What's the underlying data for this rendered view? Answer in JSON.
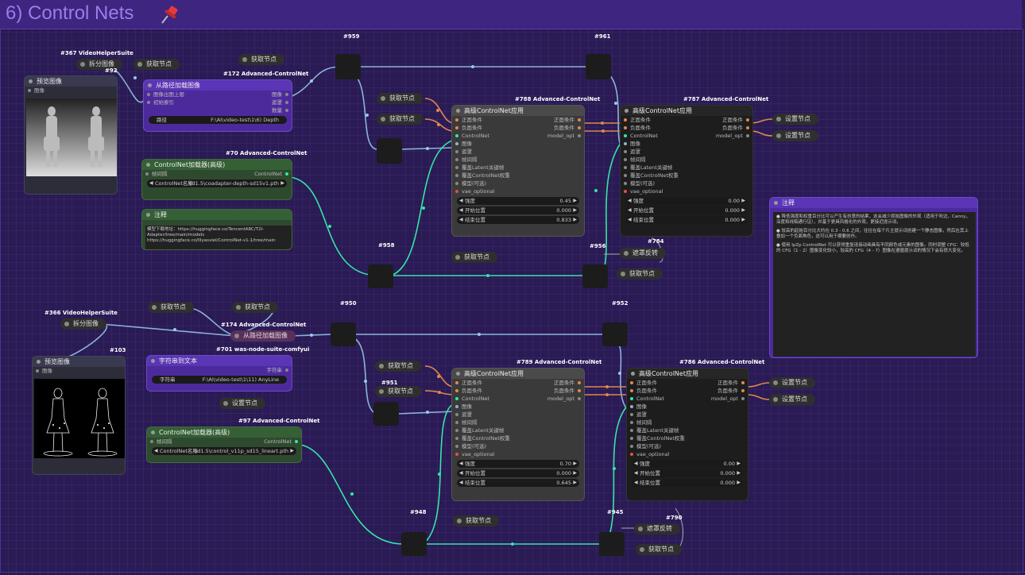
{
  "group": {
    "title": "6)  Control Nets"
  },
  "upper": {
    "vhs_id": "#367 VideoHelperSuite",
    "vhs_label": "拆分图像",
    "get_top": "获取节点",
    "preview_id": "#92",
    "preview_title": "预览图像",
    "preview_row": "图像",
    "load_id": "#172 Advanced-ControlNet",
    "load_title": "从路径加载图像",
    "load_rows": [
      {
        "l": "图像出图上限",
        "r": "图像"
      },
      {
        "l": "初始索引",
        "r": "遮罩"
      },
      {
        "l": "",
        "r": "数量"
      }
    ],
    "load_path_label": "路径",
    "load_path_value": "F:\\AI\\video-test\\1\\6) Depth",
    "cn_loader_id": "#70 Advanced-ControlNet",
    "cn_loader_title": "ControlNet加载器(高级)",
    "cn_loader_row_l": "帧间隔",
    "cn_loader_row_r": "ControlNet",
    "cn_loader_widget_l": "ControlNet名称",
    "cn_loader_widget_v": "sd1.5\\coadapter-depth-sd15v1.pth",
    "note_title": "注释",
    "note_text": "模型下载地址：https://huggingface.co/TencentARC/T2I-Adapter/tree/main/models https://huggingface.co/lllyasviel/ControlNet-v1-1/tree/main",
    "reroutes": [
      "#959",
      "#961",
      "#958",
      "#956"
    ],
    "get_nodes": [
      "获取节点",
      "获取节点",
      "获取节点"
    ],
    "apply1_id": "#788 Advanced-ControlNet",
    "apply1_title": "高级ControlNet应用",
    "apply1_strength": "0.45",
    "apply1_start": "0.000",
    "apply1_end": "0.833",
    "apply2_id": "#787 Advanced-ControlNet",
    "apply2_title": "高级ControlNet应用",
    "apply2_strength": "0.00",
    "apply2_start": "0.000",
    "apply2_end": "0.000",
    "set_nodes": [
      "设置节点",
      "设置节点"
    ],
    "mask_invert_id": "#784",
    "mask_invert": "遮罩反转",
    "get_after_mask": "获取节点"
  },
  "apply_rows": {
    "inputs": [
      "正面条件",
      "负面条件",
      "ControlNet",
      "图像",
      "遮罩",
      "帧间隔",
      "覆盖Latent关键帧",
      "覆盖ControlNet权重",
      "模型(可选)",
      "vae_optional"
    ],
    "outputs": [
      "正面条件",
      "负面条件",
      "model_opt"
    ],
    "w_strength": "强度",
    "w_start": "开始位置",
    "w_end": "结束位置"
  },
  "lower": {
    "vhs_id": "#366 VideoHelperSuite",
    "vhs_label": "拆分图像",
    "get_a": "获取节点",
    "get_b": "获取节点",
    "preview_id": "#103",
    "preview_title": "预览图像",
    "preview_row": "图像",
    "load_id": "#174 Advanced-ControlNet",
    "load_title": "从路径加载图像",
    "str_id": "#701 was-node-suite-comfyui",
    "str_title": "字符串到文本",
    "str_row_r": "字符串",
    "str_widget_l": "字符串",
    "str_widget_v": "F:\\AI\\video-test\\1\\11) AnyLine",
    "set_str": "设置节点",
    "cn_loader_id": "#97 Advanced-ControlNet",
    "cn_loader_title": "ControlNet加载器(高级)",
    "cn_loader_row_l": "帧间隔",
    "cn_loader_row_r": "ControlNet",
    "cn_loader_widget_l": "ControlNet名称",
    "cn_loader_widget_v": "sd1.5\\control_v11p_sd15_lineart.pth",
    "reroutes": [
      "#950",
      "#952",
      "#951",
      "#948",
      "#945"
    ],
    "get_nodes": [
      "获取节点",
      "获取节点",
      "获取节点"
    ],
    "apply1_id": "#789 Advanced-ControlNet",
    "apply1_title": "高级ControlNet应用",
    "apply1_strength": "0.70",
    "apply1_start": "0.000",
    "apply1_end": "0.645",
    "apply2_id": "#786 Advanced-ControlNet",
    "apply2_title": "高级ControlNet应用",
    "apply2_strength": "0.00",
    "apply2_start": "0.000",
    "apply2_end": "0.000",
    "set_nodes": [
      "设置节点",
      "设置节点"
    ],
    "mask_invert_id": "#790",
    "mask_invert": "遮罩反转",
    "get_after_mask": "获取节点"
  },
  "right_note": {
    "title": "注释",
    "lines": [
      "● 降低强度和权重百分比可以产生有创意的结果，这会减少原始图像的外观（适用于吹边，Canny，深度和线稿通行证），并基于更具风格化的外观，更接近提示词。",
      "● 较高的起始百分比大约在 0.3 - 0.6 之间，往往在每个片主提示词创建一个静态图像，然后在其上叠加一个负面角色，这可以用于摘要创作。",
      "● 使用 IpZp ControlNet 可以获得重复连接动画具有不同颜色或元素的图像。同时调整 CFG：较低的 CFG（1 - 2）图像变化较小，较高的 CFG（4 - 7）图像在遵循提示词的情况下会有很大变化。"
    ]
  },
  "colors": {
    "bg": "#2a1a55",
    "wire_green": "#35e6a8",
    "wire_blue": "#8ab4d8",
    "wire_orange": "#e08850"
  }
}
